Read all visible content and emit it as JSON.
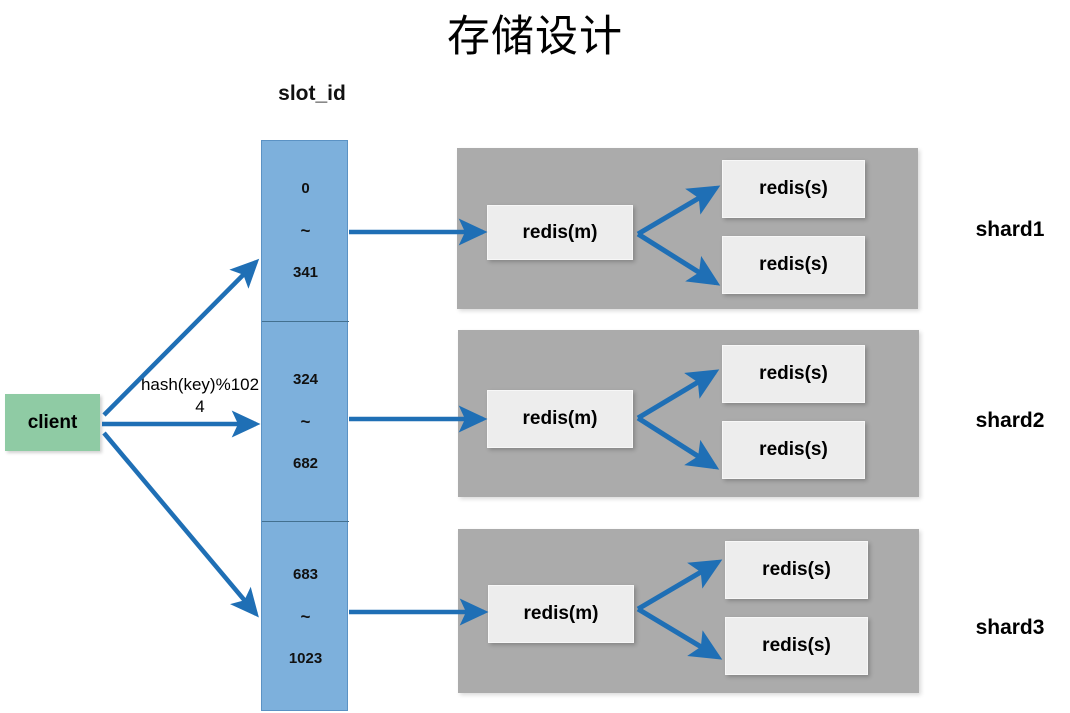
{
  "title": "存储设计",
  "slot_column": {
    "header": "slot_id",
    "cells": [
      {
        "start": "0",
        "tilde": "~",
        "end": "341"
      },
      {
        "start": "324",
        "tilde": "~",
        "end": "682"
      },
      {
        "start": "683",
        "tilde": "~",
        "end": "1023"
      }
    ]
  },
  "client": {
    "label": "client",
    "hash_label": "hash(key)%1024"
  },
  "shards": [
    {
      "label": "shard1",
      "master": "redis(m)",
      "slaves": [
        "redis(s)",
        "redis(s)"
      ]
    },
    {
      "label": "shard2",
      "master": "redis(m)",
      "slaves": [
        "redis(s)",
        "redis(s)"
      ]
    },
    {
      "label": "shard3",
      "master": "redis(m)",
      "slaves": [
        "redis(s)",
        "redis(s)"
      ]
    }
  ],
  "colors": {
    "slot_fill": "#7DB0DC",
    "client_fill": "#8FCBA4",
    "shard_fill": "#ABABAB",
    "node_fill": "#EDEDED",
    "arrow": "#1F6FB5",
    "background": "#FFFFFF",
    "text": "#000000"
  }
}
